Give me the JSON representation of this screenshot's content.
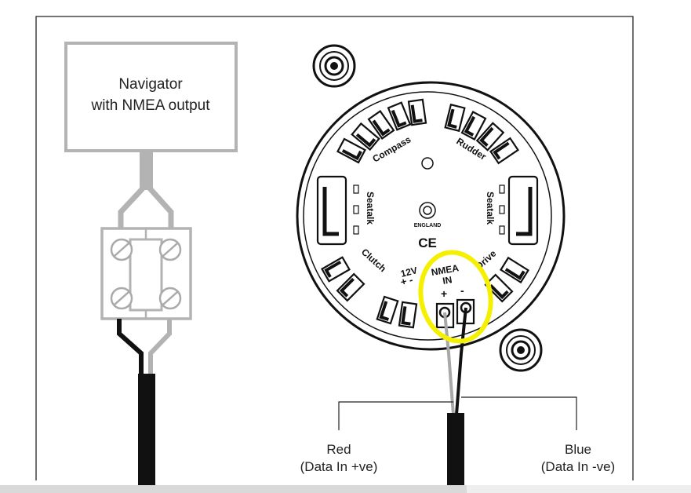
{
  "navigator": {
    "line1": "Navigator",
    "line2": "with NMEA output"
  },
  "unit": {
    "compass": "Compass",
    "rudder": "Rudder",
    "seatalk_left": "Seatalk",
    "seatalk_right": "Seatalk",
    "clutch": "Clutch",
    "twelve_v": "12V",
    "twelve_v_polarity": "+ -",
    "drive": "Drive",
    "nmea": "NMEA",
    "in": "IN",
    "plus": "+",
    "minus": "-",
    "england": "ENGLAND",
    "ce_mark": "CE"
  },
  "wires": {
    "red_label": "Red",
    "red_desc": "(Data In +ve)",
    "blue_label": "Blue",
    "blue_desc": "(Data In -ve)"
  },
  "colors": {
    "highlight": "#f4f000",
    "wire_grey": "#a8a8a8",
    "ink": "#111111"
  }
}
